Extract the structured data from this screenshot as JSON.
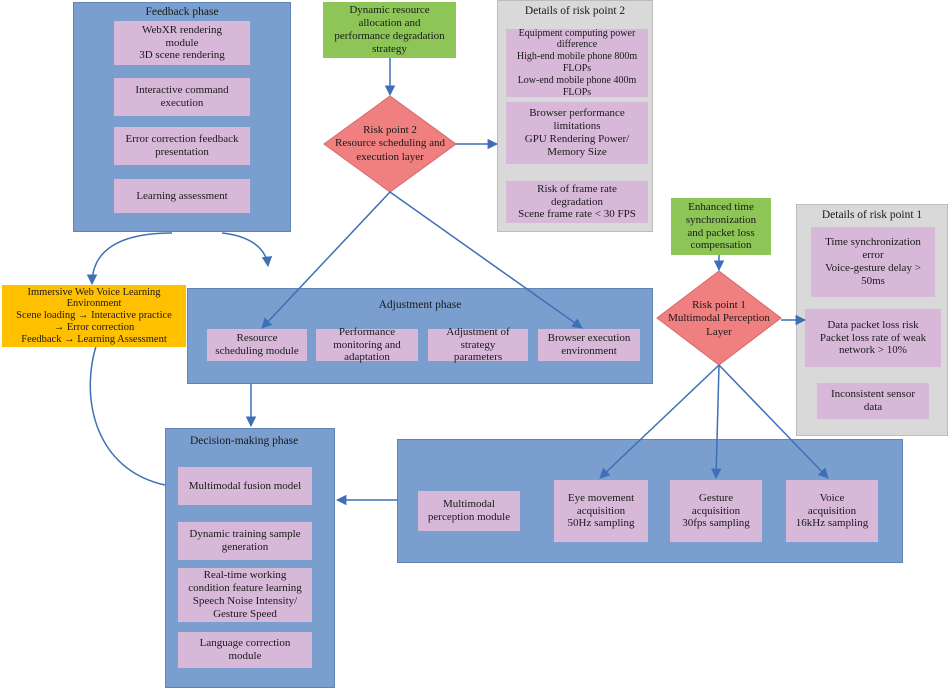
{
  "feedback_phase": {
    "title": "Feedback phase",
    "items": [
      "WebXR rendering\nmodule\n3D scene rendering",
      "Interactive command\nexecution",
      "Error correction feedback\npresentation",
      "Learning assessment"
    ]
  },
  "dynamic_strategy": "Dynamic resource\nallocation and\nperformance degradation\nstrategy",
  "risk_point_2": "Risk point 2\nResource scheduling and\nexecution layer",
  "details_risk_2": {
    "title": "Details of risk point 2",
    "items": [
      "Equipment computing power\ndifference\nHigh-end mobile phone 800m\nFLOPs\nLow-end mobile phone 400m\nFLOPs",
      "Browser performance\nlimitations\nGPU Rendering Power/\nMemory Size",
      "Risk of frame rate\ndegradation\nScene frame rate < 30 FPS"
    ]
  },
  "time_sync": "Enhanced time\nsynchronization\nand packet loss\ncompensation",
  "risk_point_1": "Risk point 1\nMultimodal Perception\nLayer",
  "details_risk_1": {
    "title": "Details of risk point 1",
    "items": [
      "Time synchronization\nerror\nVoice-gesture delay >\n50ms",
      "Data packet loss risk\nPacket loss rate of weak\nnetwork > 10%",
      "Inconsistent sensor\ndata"
    ]
  },
  "environment": "Immersive Web Voice Learning\nEnvironment\nScene loading → Interactive practice\n→ Error correction\nFeedback → Learning Assessment",
  "adjustment_phase": {
    "title": "Adjustment phase",
    "items": [
      "Resource\nscheduling module",
      "Performance\nmonitoring and\nadaptation",
      "Adjustment of\nstrategy\nparameters",
      "Browser execution\nenvironment"
    ]
  },
  "decision_phase": {
    "title": "Decision-making phase",
    "items": [
      "Multimodal fusion model",
      "Dynamic training sample\ngeneration",
      "Real-time working\ncondition feature learning\nSpeech Noise Intensity/\nGesture Speed",
      "Language correction\nmodule"
    ]
  },
  "perception": {
    "items": [
      "Multimodal\nperception module",
      "Eye movement\nacquisition\n50Hz sampling",
      "Gesture\nacquisition\n30fps sampling",
      "Voice\nacquisition\n16kHz sampling"
    ]
  },
  "colors": {
    "panel_blue": "#7a9fcf",
    "panel_grey": "#d9d9d9",
    "box_pink": "#d7b8d8",
    "green": "#8dc657",
    "orange": "#ffc000",
    "diamond": "#f07f7f",
    "arrow": "#3f6fb6"
  }
}
